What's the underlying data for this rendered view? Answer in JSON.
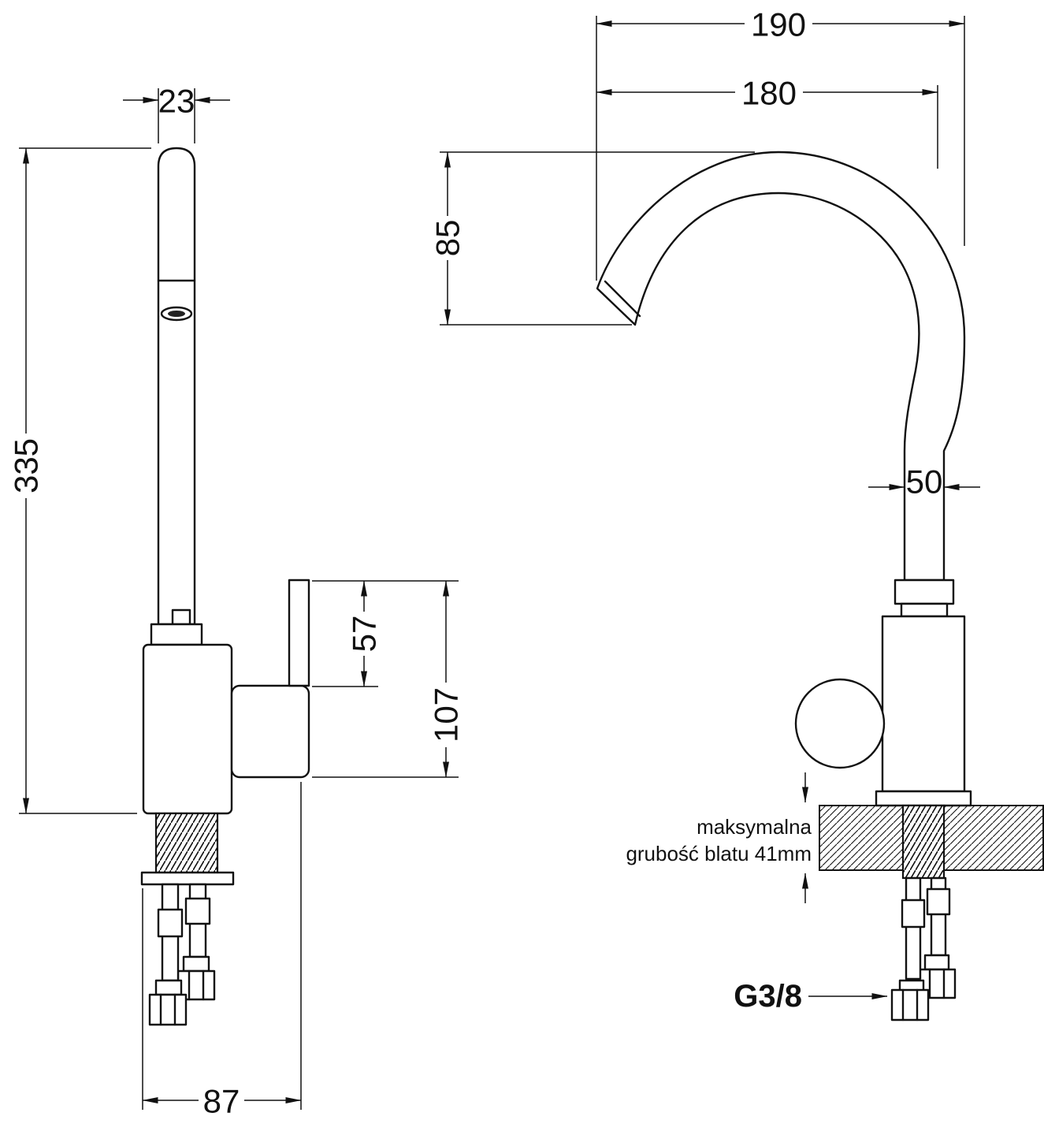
{
  "colors": {
    "line": "#111111",
    "background": "#ffffff"
  },
  "side_view": {
    "dim_spout_width": "23",
    "dim_total_height": "335",
    "dim_handle_length": "57",
    "dim_handle_offset": "107",
    "dim_base_depth": "87"
  },
  "front_view": {
    "dim_overall_width": "190",
    "dim_spout_reach": "180",
    "dim_spout_drop": "85",
    "dim_pipe_width": "50",
    "countertop_note_line1": "maksymalna",
    "countertop_note_line2": "grubość blatu 41mm",
    "thread_label": "G3/8"
  }
}
